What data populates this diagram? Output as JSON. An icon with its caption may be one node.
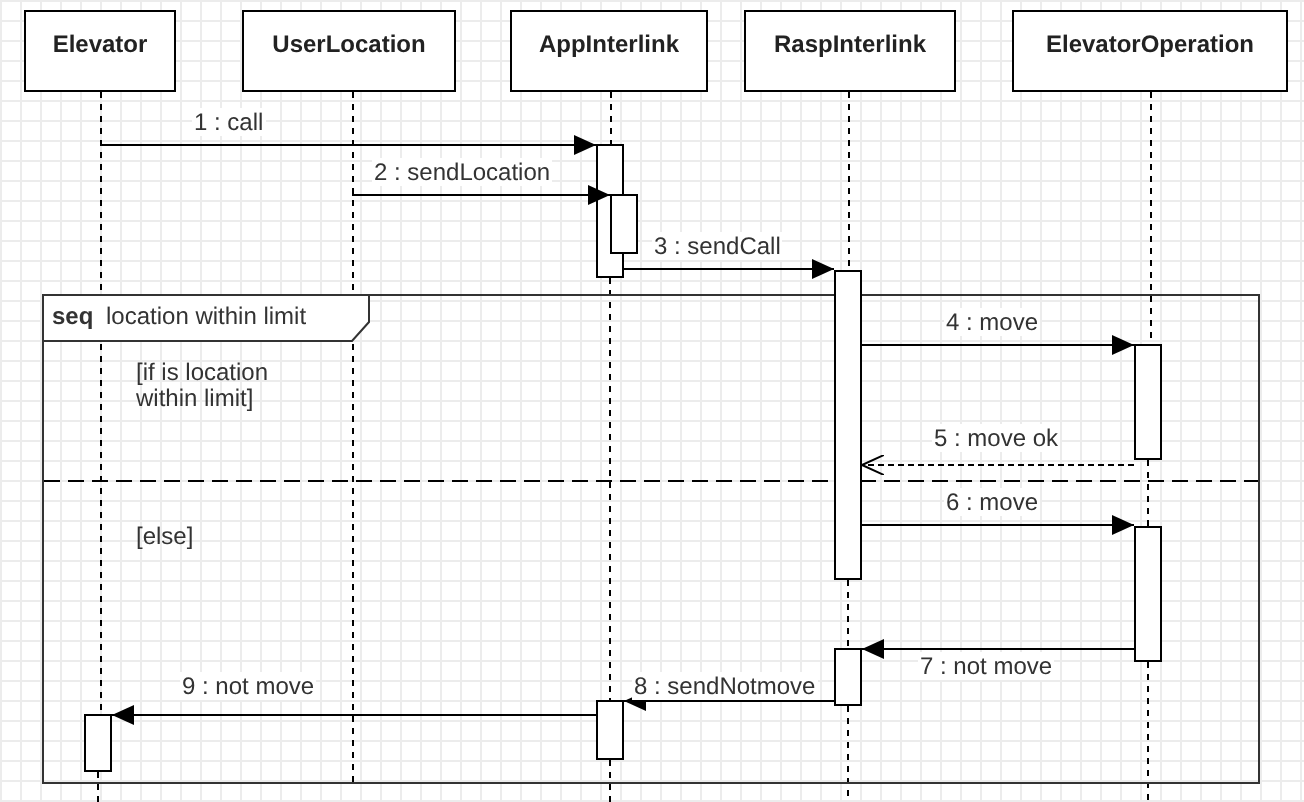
{
  "diagram": {
    "nodes": [
      {
        "text": [
          "Elevator"
        ]
      },
      {
        "text": [
          "UserLocation"
        ]
      },
      {
        "text": [
          "AppInterlink"
        ]
      },
      {
        "text": [
          "RaspInterlink"
        ]
      },
      {
        "text": [
          "ElevatorOperation"
        ]
      },
      {
        "text": [],
        "shape": "bar"
      },
      {
        "text": [],
        "shape": "bar"
      },
      {
        "text": [],
        "shape": "bar"
      },
      {
        "text": [
          "seq",
          "location within limit"
        ]
      },
      {
        "text": [],
        "shape": "bar",
        "in": 8
      },
      {
        "text": [],
        "shape": "bar",
        "in": 8
      },
      {
        "text": [],
        "shape": "bar",
        "in": 8
      },
      {
        "text": [],
        "shape": "bar",
        "in": 8
      },
      {
        "text": [],
        "shape": "bar",
        "in": 8
      }
    ],
    "edges": [
      {
        "from": 0,
        "to": 5,
        "arrow": "to",
        "label": "1 : call"
      },
      {
        "from": 1,
        "to": 6,
        "arrow": "to",
        "label": "2 : sendLocation"
      },
      {
        "from": 5,
        "to": 7,
        "arrow": "to",
        "label": "3 : sendCall"
      },
      {
        "from": 7,
        "to": 9,
        "arrow": "to",
        "label": "4 : move"
      },
      {
        "from": 9,
        "to": 7,
        "arrow": "to",
        "label": "5 : move ok",
        "style": "dashed"
      },
      {
        "from": 7,
        "to": 10,
        "arrow": "to",
        "label": "6 : move"
      },
      {
        "from": 10,
        "to": 11,
        "arrow": "to",
        "label": "7 : not move"
      },
      {
        "from": 11,
        "to": 12,
        "arrow": "to",
        "label": "8 : sendNotmove"
      },
      {
        "from": 12,
        "to": 13,
        "arrow": "to",
        "label": "9 : not move"
      },
      {
        "from": 0,
        "to": 13,
        "arrow": "none",
        "style": "dashed"
      },
      {
        "from": 13,
        "to": null,
        "arrow": "none",
        "style": "dashed"
      },
      {
        "from": 1,
        "to": 8,
        "arrow": "none",
        "style": "dashed"
      },
      {
        "from": 2,
        "to": 5,
        "arrow": "none",
        "style": "dashed"
      },
      {
        "from": 5,
        "to": 12,
        "arrow": "none",
        "style": "dashed"
      },
      {
        "from": 12,
        "to": null,
        "arrow": "none",
        "style": "dashed"
      },
      {
        "from": 3,
        "to": 7,
        "arrow": "none",
        "style": "dashed"
      },
      {
        "from": 7,
        "to": 11,
        "arrow": "none",
        "style": "dashed"
      },
      {
        "from": 11,
        "to": null,
        "arrow": "none",
        "style": "dashed"
      },
      {
        "from": 4,
        "to": 9,
        "arrow": "none",
        "style": "dashed"
      },
      {
        "from": 9,
        "to": 10,
        "arrow": "none",
        "style": "dashed"
      },
      {
        "from": 10,
        "to": null,
        "arrow": "none",
        "style": "dashed"
      }
    ],
    "labels": [
      "[if is location within limit]",
      "[else]"
    ]
  }
}
